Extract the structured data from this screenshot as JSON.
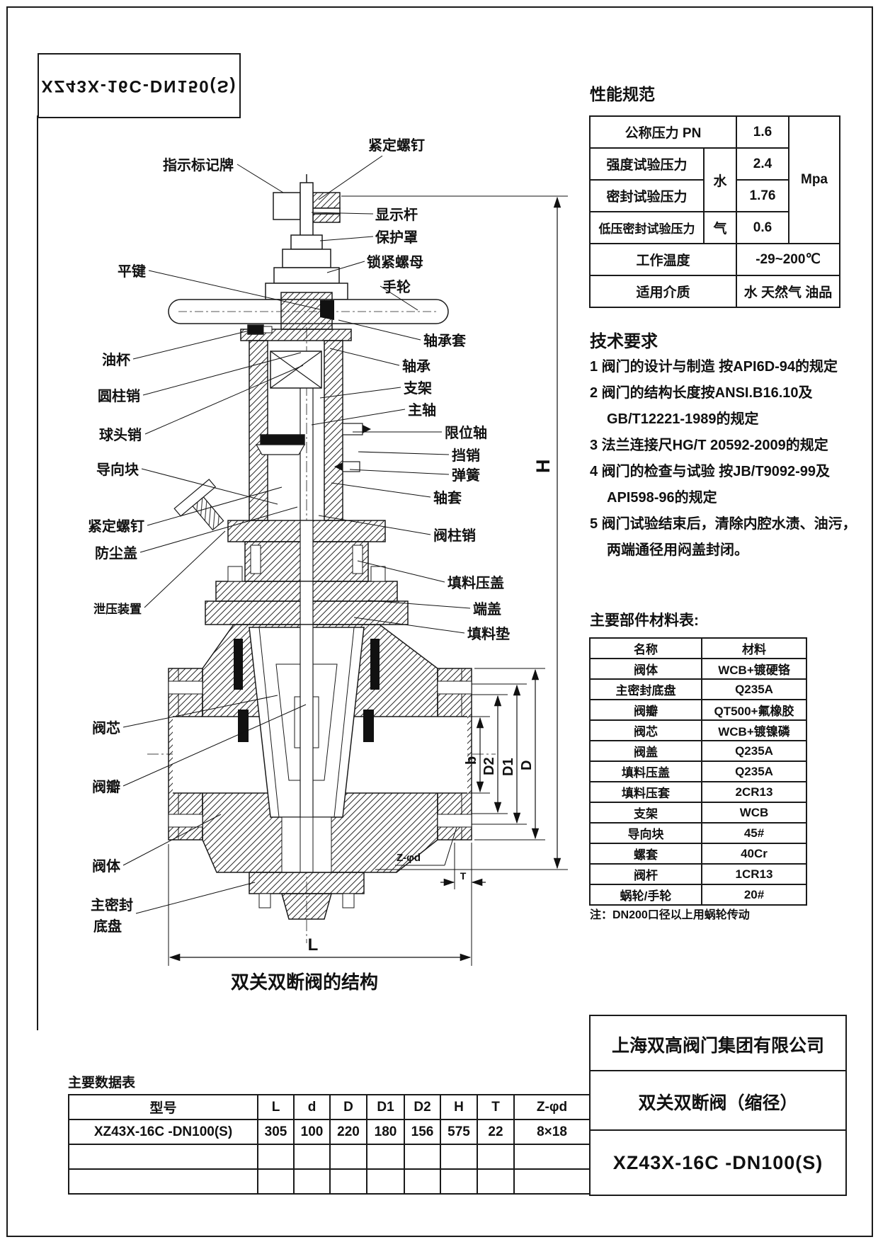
{
  "sheet": {
    "mirrored_model": "XZ43X-16C-DN150(S)"
  },
  "spec_table": {
    "title": "性能规范",
    "unit": "Mpa",
    "nominal": {
      "label": "公称压力 PN",
      "value": "1.6"
    },
    "strength": {
      "label": "强度试验压力",
      "value": "2.4"
    },
    "seal": {
      "label": "密封试验压力",
      "value": "1.76"
    },
    "low_seal": {
      "label": "低压密封试验压力",
      "value": "0.6"
    },
    "medium_water": "水",
    "medium_gas": "气",
    "temp": {
      "label": "工作温度",
      "value": "-29~200℃"
    },
    "media": {
      "label": "适用介质",
      "value": "水 天然气 油品"
    }
  },
  "tech": {
    "title": "技术要求",
    "lines": [
      "1 阀门的设计与制造 按API6D-94的规定",
      "2 阀门的结构长度按ANSI.B16.10及",
      "GB/T12221-1989的规定",
      "3 法兰连接尺HG/T 20592-2009的规定",
      "4 阀门的检查与试验 按JB/T9092-99及",
      "API598-96的规定",
      "5 阀门试验结束后，清除内腔水渍、油污，",
      "两端通径用闷盖封闭。"
    ]
  },
  "materials": {
    "title": "主要部件材料表:",
    "note": "注：DN200口径以上用蜗轮传动",
    "rows": [
      [
        "名称",
        "材料"
      ],
      [
        "阀体",
        "WCB+镀硬铬"
      ],
      [
        "主密封底盘",
        "Q235A"
      ],
      [
        "阀瓣",
        "QT500+氟橡胶"
      ],
      [
        "阀芯",
        "WCB+镀镍磷"
      ],
      [
        "阀盖",
        "Q235A"
      ],
      [
        "填料压盖",
        "Q235A"
      ],
      [
        "填料压套",
        "2CR13"
      ],
      [
        "支架",
        "WCB"
      ],
      [
        "导向块",
        "45#"
      ],
      [
        "螺套",
        "40Cr"
      ],
      [
        "阀杆",
        "1CR13"
      ],
      [
        "蜗轮/手轮",
        "20#"
      ]
    ]
  },
  "data_table": {
    "title": "主要数据表",
    "headers": [
      "型号",
      "L",
      "d",
      "D",
      "D1",
      "D2",
      "H",
      "T",
      "Z-φd"
    ],
    "row": [
      "XZ43X-16C -DN100(S)",
      "305",
      "100",
      "220",
      "180",
      "156",
      "575",
      "22",
      "8×18"
    ]
  },
  "title_block": {
    "company": "上海双高阀门集团有限公司",
    "product": "双关双断阀（缩径）",
    "model": "XZ43X-16C -DN100(S)"
  },
  "diagram": {
    "caption": "双关双断阀的结构",
    "left_labels": [
      "指示标记牌",
      "平键",
      "油杯",
      "圆柱销",
      "球头销",
      "导向块",
      "紧定螺钉",
      "防尘盖",
      "泄压装置",
      "阀芯",
      "阀瓣",
      "阀体",
      "主密封",
      "底盘"
    ],
    "right_labels": [
      "紧定螺钉",
      "显示杆",
      "保护罩",
      "锁紧螺母",
      "手轮",
      "轴承套",
      "轴承",
      "支架",
      "主轴",
      "限位轴",
      "挡销",
      "弹簧",
      "轴套",
      "阀柱销",
      "填料压盖",
      "端盖",
      "填料垫"
    ],
    "dims": {
      "h": "H",
      "b": "b",
      "d2": "D2",
      "d1": "D1",
      "d": "D",
      "l": "L",
      "z": "Z-φd",
      "t": "T"
    }
  }
}
